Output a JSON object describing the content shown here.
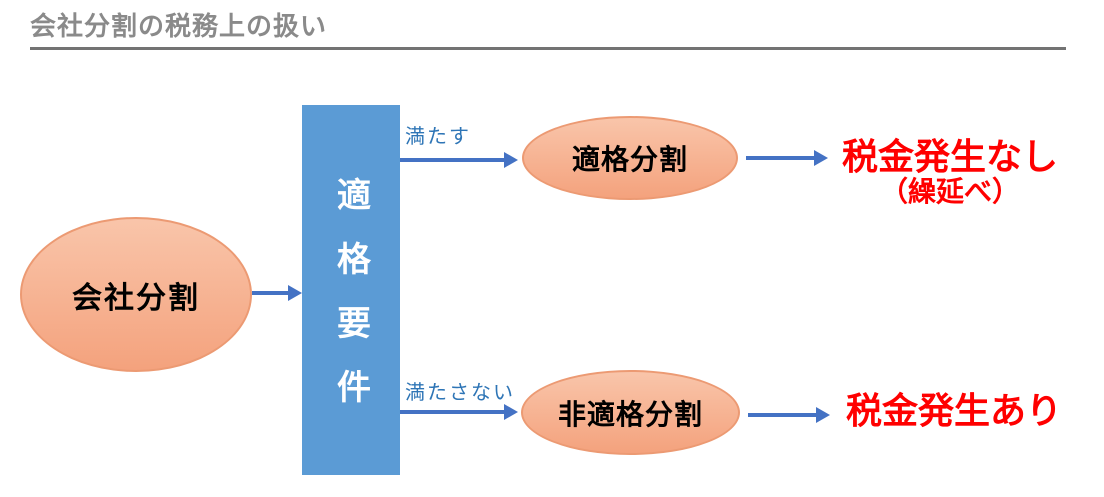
{
  "page": {
    "title": "会社分割の税務上の扱い"
  },
  "colors": {
    "title_gray": "#8A8A8A",
    "divider_gray": "#737373",
    "arrow_blue": "#4472C4",
    "branch_label_blue": "#2E75B6",
    "condition_box_blue": "#5B9BD5",
    "ellipse_fill_top": "#F9C5AA",
    "ellipse_fill_bottom": "#F4A27D",
    "ellipse_border": "#EC9A73",
    "result_red": "#FF0000",
    "node_text": "#000000"
  },
  "diagram": {
    "source_node": {
      "label": "会社分割"
    },
    "condition_box": {
      "label": "適格要件"
    },
    "branches": {
      "top": {
        "condition_label": "満たす",
        "node_label": "適格分割",
        "result_label": "税金発生なし",
        "result_note": "（繰延べ）"
      },
      "bottom": {
        "condition_label": "満たさない",
        "node_label": "非適格分割",
        "result_label": "税金発生あり"
      }
    }
  }
}
